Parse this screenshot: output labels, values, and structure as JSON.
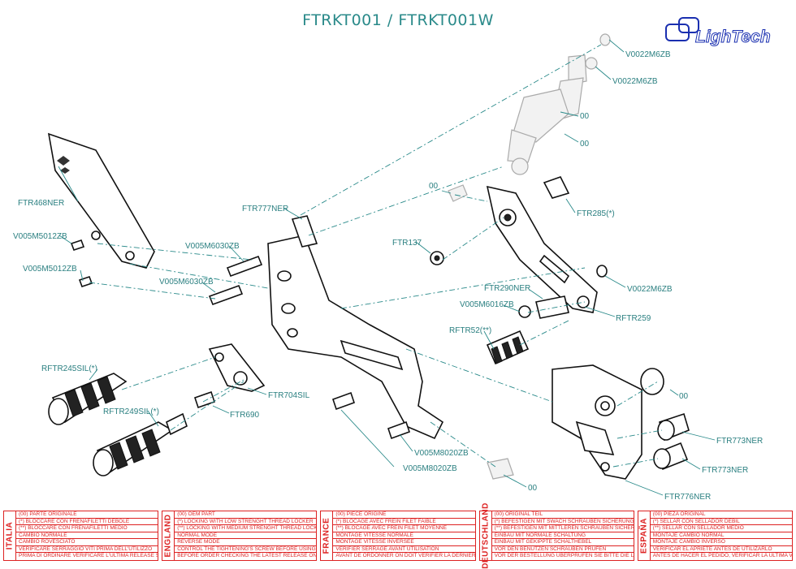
{
  "title": "FTRKT001 / FTRKT001W",
  "brand": "LighTech",
  "colors": {
    "accent": "#2a8a8a",
    "brand": "#1a2fb0",
    "legend": "#d22222"
  },
  "labels": {
    "v0022m6zb_1": "V0022M6ZB",
    "v0022m6zb_2": "V0022M6ZB",
    "oo_1": "00",
    "oo_2": "00",
    "oo_3": "00",
    "ftr468ner": "FTR468NER",
    "v005m5012zb_1": "V005M5012ZB",
    "v005m5012zb_2": "V005M5012ZB",
    "ftr777ner": "FTR777NER",
    "ftr285": "FTR285(*)",
    "v005m6030zb_1": "V005M6030ZB",
    "v005m6030zb_2": "V005M6030ZB",
    "ftr137": "FTR137",
    "v0022m6zb_3": "V0022M6ZB",
    "ftr290ner": "FTR290NER",
    "v005m6016zb": "V005M6016ZB",
    "rftr259": "RFTR259",
    "rftr52": "RFTR52(**)",
    "rftr245sil": "RFTR245SIL(*)",
    "ftr704sil": "FTR704SIL",
    "oo_4": "00",
    "rftr249sil": "RFTR249SIL(*)",
    "ftr690": "FTR690",
    "ftr773ner_1": "FTR773NER",
    "v005m8020zb_1": "V005M8020ZB",
    "v005m8020zb_2": "V005M8020ZB",
    "ftr773ner_2": "FTR773NER",
    "oo_5": "00",
    "ftr776ner": "FTR776NER"
  },
  "legend": [
    {
      "country": "ITALIA",
      "rows": [
        "(00) PARTE ORIGINALE",
        "(*) BLOCCARE CON FRENAFILETTI DEBOLE",
        "(**) BLOCCARE CON FRENAFILETTI MEDIO",
        "CAMBIO NORMALE",
        "CAMBIO ROVESCIATO",
        "VERIFICARE SERRAGGIO VITI PRIMA DELL'UTILIZZO",
        "PRIMA DI ORDINARE VERIFICARE L'ULTIMA RELEASE SUL SITO"
      ]
    },
    {
      "country": "ENGLAND",
      "rows": [
        "(00) OEM PART",
        "(*) LOCKING WITH LOW STRENGHT THREAD LOCKER",
        "(**) LOCKING WITH MEDIUM STRENGHT THREAD LOCKER",
        "NORMAL MODE",
        "REVERSE MODE",
        "CONTROL THE TIGHTENING'S SCREW BEFORE USING",
        "BEFORE ORDER CHECKING THE LATEST RELEASE ON WEBSITE"
      ]
    },
    {
      "country": "FRANCE",
      "rows": [
        "(00) PIECE ORIGINE",
        "(*) BLOCAGE AVEC FREIN FILET FAIBLE",
        "(**) BLOCAGE AVEC FREIN FILET MOYENNE",
        "MONTAGE VITESSE NORMALE",
        "MONTAGE VITESSE INVERSEE",
        "VERIFIER SERRAGE AVANT UTILISATION",
        "AVANT DE ORDONNER ON DOIT VERIFIER LA DERNIERE RELEASE SUR LE SITE INTERNET"
      ]
    },
    {
      "country": "DEUTSCHLAND",
      "rows": [
        "(00) ORIGINAL TEIL",
        "(*) BEFESTIGEN MIT SWACH SCHRAUBEN SICHERUNGSMITTEL",
        "(**) BEFESTIGEN MIT MITTLEREN SCHRAUBEN SICHERUNGSMITTEL",
        "EINBAU MIT NORMALE SCHALTUNG",
        "EINBAU MIT GEKIPPTE SCHALTHEBEL",
        "VOR DEN BENUTZEN SCHRAUBEN PRUFEN",
        "VOR DER BESTELLUNG UBERPRUFEN SIE BITTE DIE LETZTE VERSION DIESER ARTIKEL AUF DER INTERNET SEITE VON LIGHTECH"
      ]
    },
    {
      "country": "ESPAÑA",
      "rows": [
        "(00) PIEZA ORIGINAL",
        "(*) SELLAR CON SELLADOR DEBIL",
        "(**) SELLAR CON SELLADOR MEDIO",
        "MONTAJE CAMBIO NORMAL",
        "MONTAJE CAMBIO INVERSO",
        "VERIFICAR EL APRIETE ANTES DE UTILIZARLO",
        "ANTES DE HACER EL PEDIDO, VERIFICAR LA ULTIMA VERSION EN LA WEB LIGHTECH"
      ]
    }
  ]
}
